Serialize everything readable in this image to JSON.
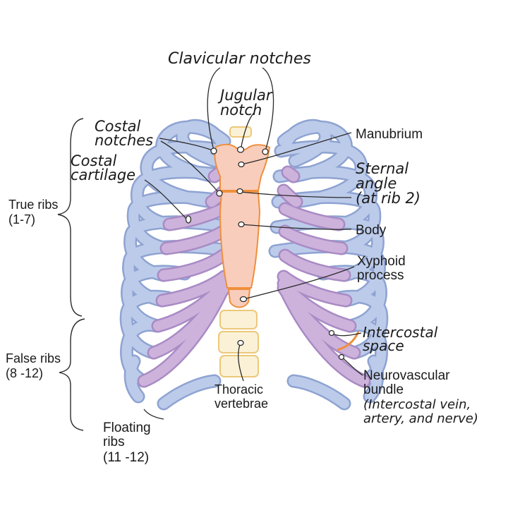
{
  "labels": {
    "clavicular_notches": "Clavicular notches",
    "jugular_notch_1": "Jugular",
    "jugular_notch_2": "notch",
    "costal_notches_1": "Costal",
    "costal_notches_2": "notches",
    "costal_cartilage_1": "Costal",
    "costal_cartilage_2": "cartilage",
    "manubrium": "Manubrium",
    "sternal_angle_1": "Sternal",
    "sternal_angle_2": "angle",
    "sternal_angle_3": "(at rib 2)",
    "body": "Body",
    "xyphoid_1": "Xyphoid",
    "xyphoid_2": "process",
    "intercostal_1": "Intercostal",
    "intercostal_2": "space",
    "neuro_1": "Neurovascular",
    "neuro_2": "bundle",
    "neuro_3": "(Intercostal vein,",
    "neuro_4": "artery, and nerve)",
    "thoracic_1": "Thoracic",
    "thoracic_2": "vertebrae",
    "true_ribs_1": "True ribs",
    "true_ribs_2": "(1-7)",
    "false_ribs_1": "False ribs",
    "false_ribs_2": "(8 -12)",
    "floating_1": "Floating",
    "floating_2": "ribs",
    "floating_3": "(11 -12)"
  },
  "colors": {
    "rib_fill": "#bccbea",
    "rib_stroke": "#8ea3d2",
    "cartilage_fill": "#cdb2dc",
    "cartilage_stroke": "#a98bc4",
    "sternum_fill": "#f9cdbb",
    "sternum_stroke": "#ef8f3c",
    "vertebra_fill": "#fbf1d6",
    "vertebra_stroke": "#ecc87a",
    "neurovascular": "#ef8f3c"
  }
}
